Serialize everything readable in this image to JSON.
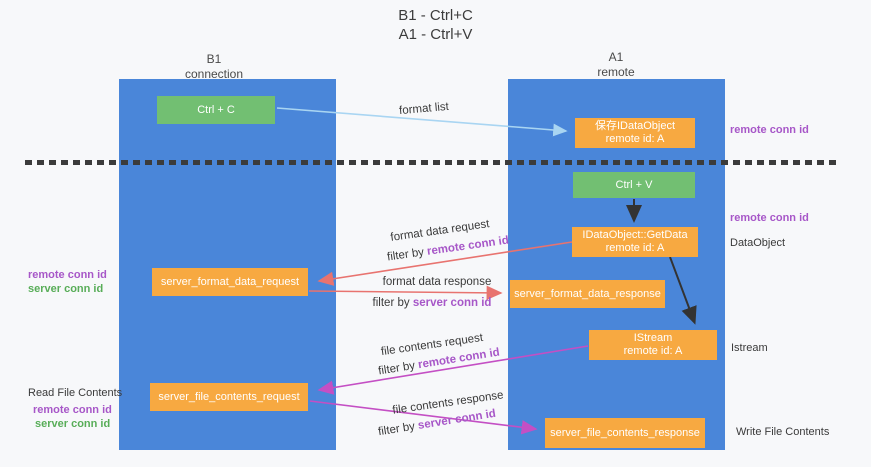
{
  "title": {
    "line1": "B1 - Ctrl+C",
    "line2": "A1 - Ctrl+V"
  },
  "columns": {
    "left": {
      "name": "B1",
      "role": "connection"
    },
    "right": {
      "name": "A1",
      "role": "remote"
    }
  },
  "boxes": {
    "ctrl_c": {
      "label": "Ctrl + C"
    },
    "ctrl_v": {
      "label": "Ctrl + V"
    },
    "save_dataobject": {
      "line1": "保存IDataObject",
      "line2": "remote id: A"
    },
    "getdata": {
      "line1": "IDataObject::GetData",
      "line2": "remote id: A"
    },
    "istream": {
      "line1": "IStream",
      "line2": "remote id: A"
    },
    "format_request": {
      "label": "server_format_data_request"
    },
    "format_response": {
      "label": "server_format_data_response"
    },
    "file_request": {
      "label": "server_file_contents_request"
    },
    "file_response": {
      "label": "server_file_contents_response"
    }
  },
  "flow_labels": {
    "format_list": "format list",
    "format_request": "format data request",
    "format_request_filter": {
      "prefix": "filter by ",
      "key": "remote conn id"
    },
    "format_response": "format data response",
    "format_response_filter": {
      "prefix": "filter by ",
      "key": "server conn id"
    },
    "file_request": "file contents request",
    "file_request_filter": {
      "prefix": "filter by ",
      "key": "remote conn id"
    },
    "file_response": "file contents response",
    "file_response_filter": {
      "prefix": "filter by ",
      "key": "server conn id"
    }
  },
  "side_labels": {
    "right_remote_top": "remote conn id",
    "right_remote_mid": "remote conn id",
    "dataobject": "DataObject",
    "istream": "Istream",
    "write_file_contents": "Write File Contents",
    "left_remote_1": "remote conn id",
    "left_server_1": "server conn id",
    "read_file_contents": "Read File Contents",
    "left_remote_2": "remote conn id",
    "left_server_2": "server conn id"
  },
  "colors": {
    "column_blue": "#4a86d9",
    "box_green": "#72bf72",
    "box_orange": "#f7a941",
    "arrow_light_blue": "#a9d5f2",
    "arrow_red": "#e8736f",
    "arrow_magenta": "#c44fc4",
    "text_purple": "#a757c8",
    "text_green": "#58ad58",
    "divider_dark": "#3b3b3b",
    "background": "#f7f8fa"
  }
}
